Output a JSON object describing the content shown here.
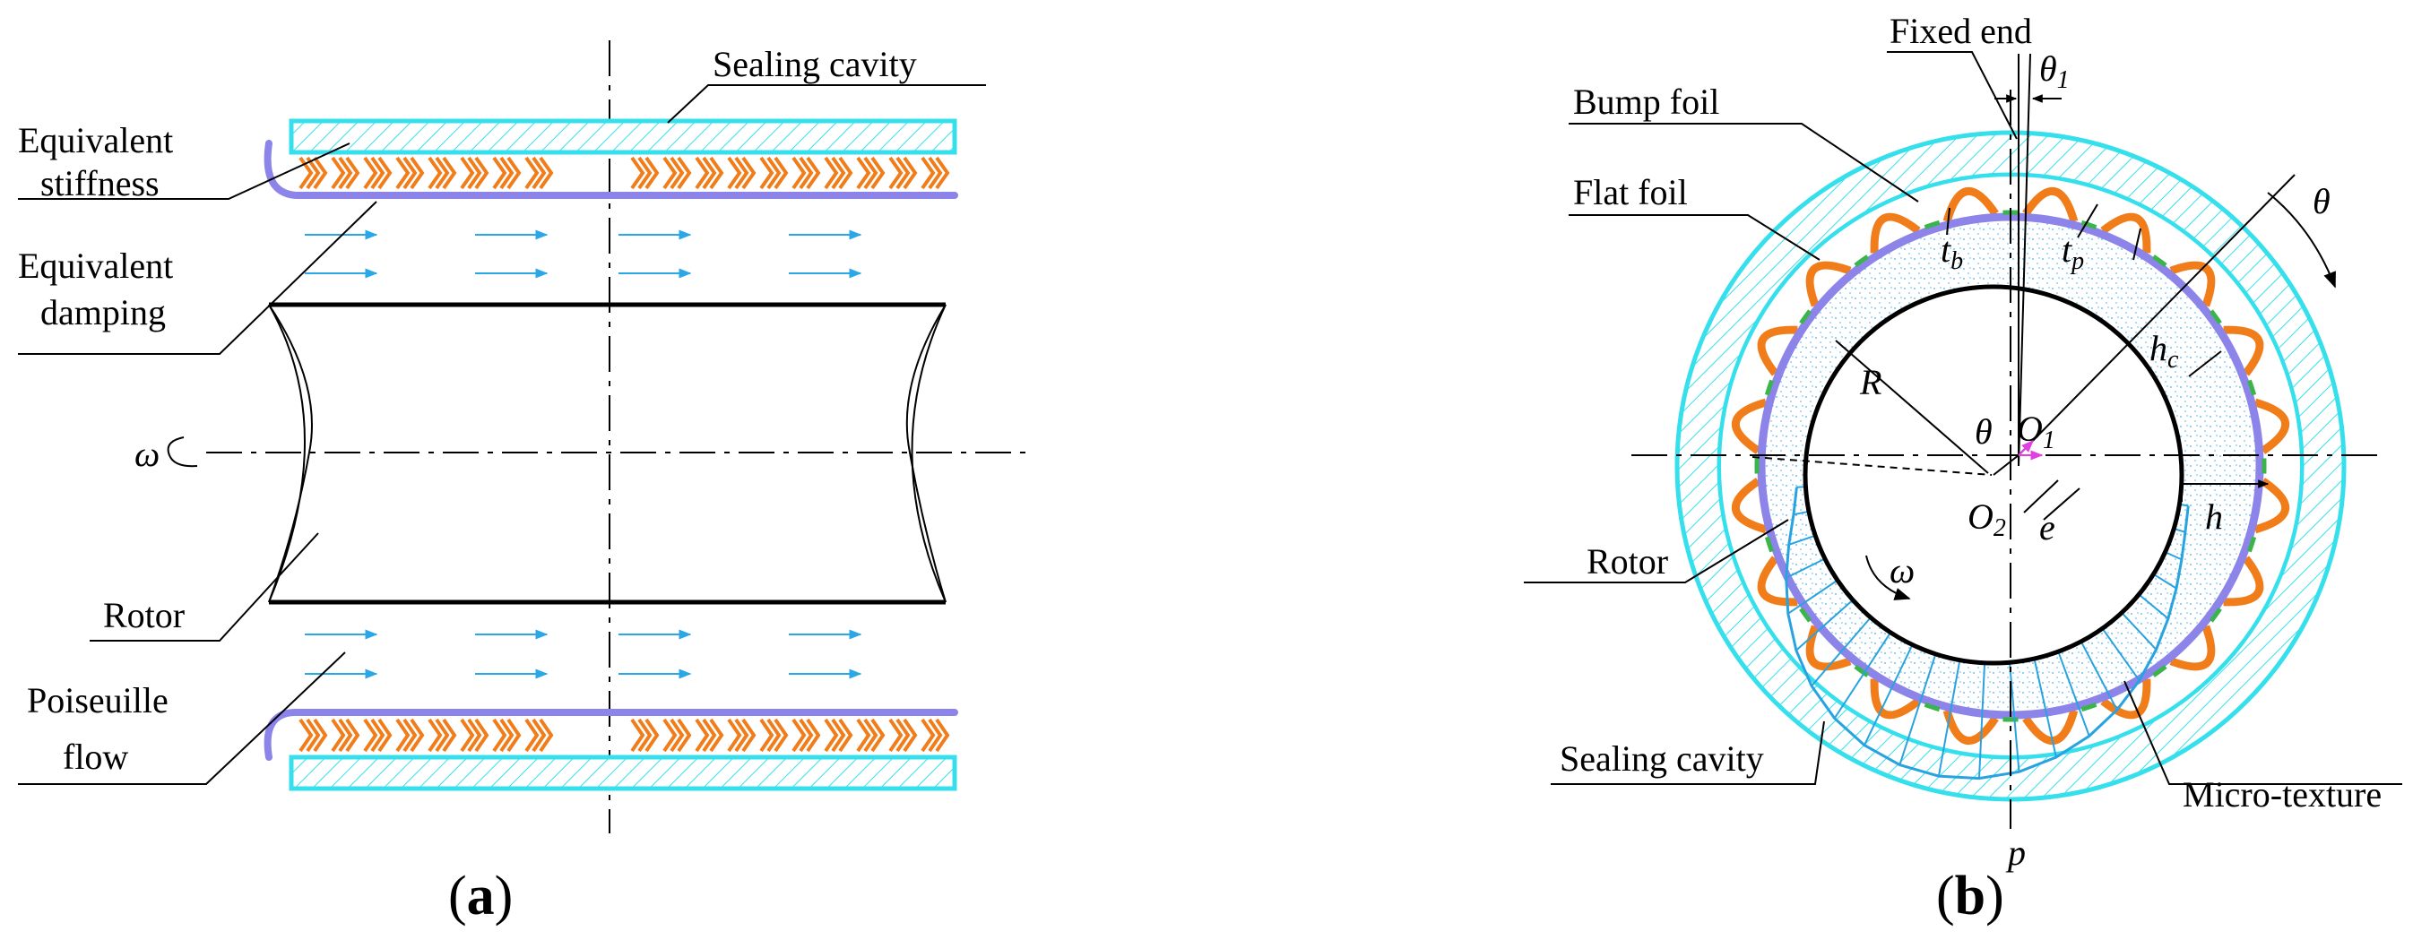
{
  "figure_a": {
    "caption_open": "(",
    "caption_letter": "a",
    "caption_close": ")",
    "labels": {
      "sealing_cavity": "Sealing cavity",
      "equivalent_stiffness_1": "Equivalent",
      "equivalent_stiffness_2": "stiffness",
      "equivalent_damping_1": "Equivalent",
      "equivalent_damping_2": "damping",
      "rotor": "Rotor",
      "poiseuille_1": "Poiseuille",
      "poiseuille_2": "flow",
      "omega": "ω"
    }
  },
  "figure_b": {
    "caption_open": "(",
    "caption_letter": "b",
    "caption_close": ")",
    "labels": {
      "fixed_end": "Fixed end",
      "bump_foil": "Bump foil",
      "flat_foil": "Flat foil",
      "rotor": "Rotor",
      "sealing_cavity": "Sealing cavity",
      "micro_texture": "Micro-texture"
    },
    "symbols": {
      "theta1": "θ",
      "theta1_sub": "1",
      "theta": "θ",
      "tb": "t",
      "tb_sub": "b",
      "tp": "t",
      "tp_sub": "p",
      "hc": "h",
      "hc_sub": "c",
      "R": "R",
      "theta_center": "θ",
      "O1": "O",
      "O1_sub": "1",
      "O2": "O",
      "O2_sub": "2",
      "e": "e",
      "h": "h",
      "omega": "ω",
      "p": "p"
    }
  },
  "colors": {
    "cavity": "#35e0ec",
    "bump": "#f07d1a",
    "foil": "#8c84e8",
    "flow": "#2aa7e6",
    "texture": "#3ab54a",
    "pressure": "#29a3e0",
    "pink": "#e040e0"
  }
}
